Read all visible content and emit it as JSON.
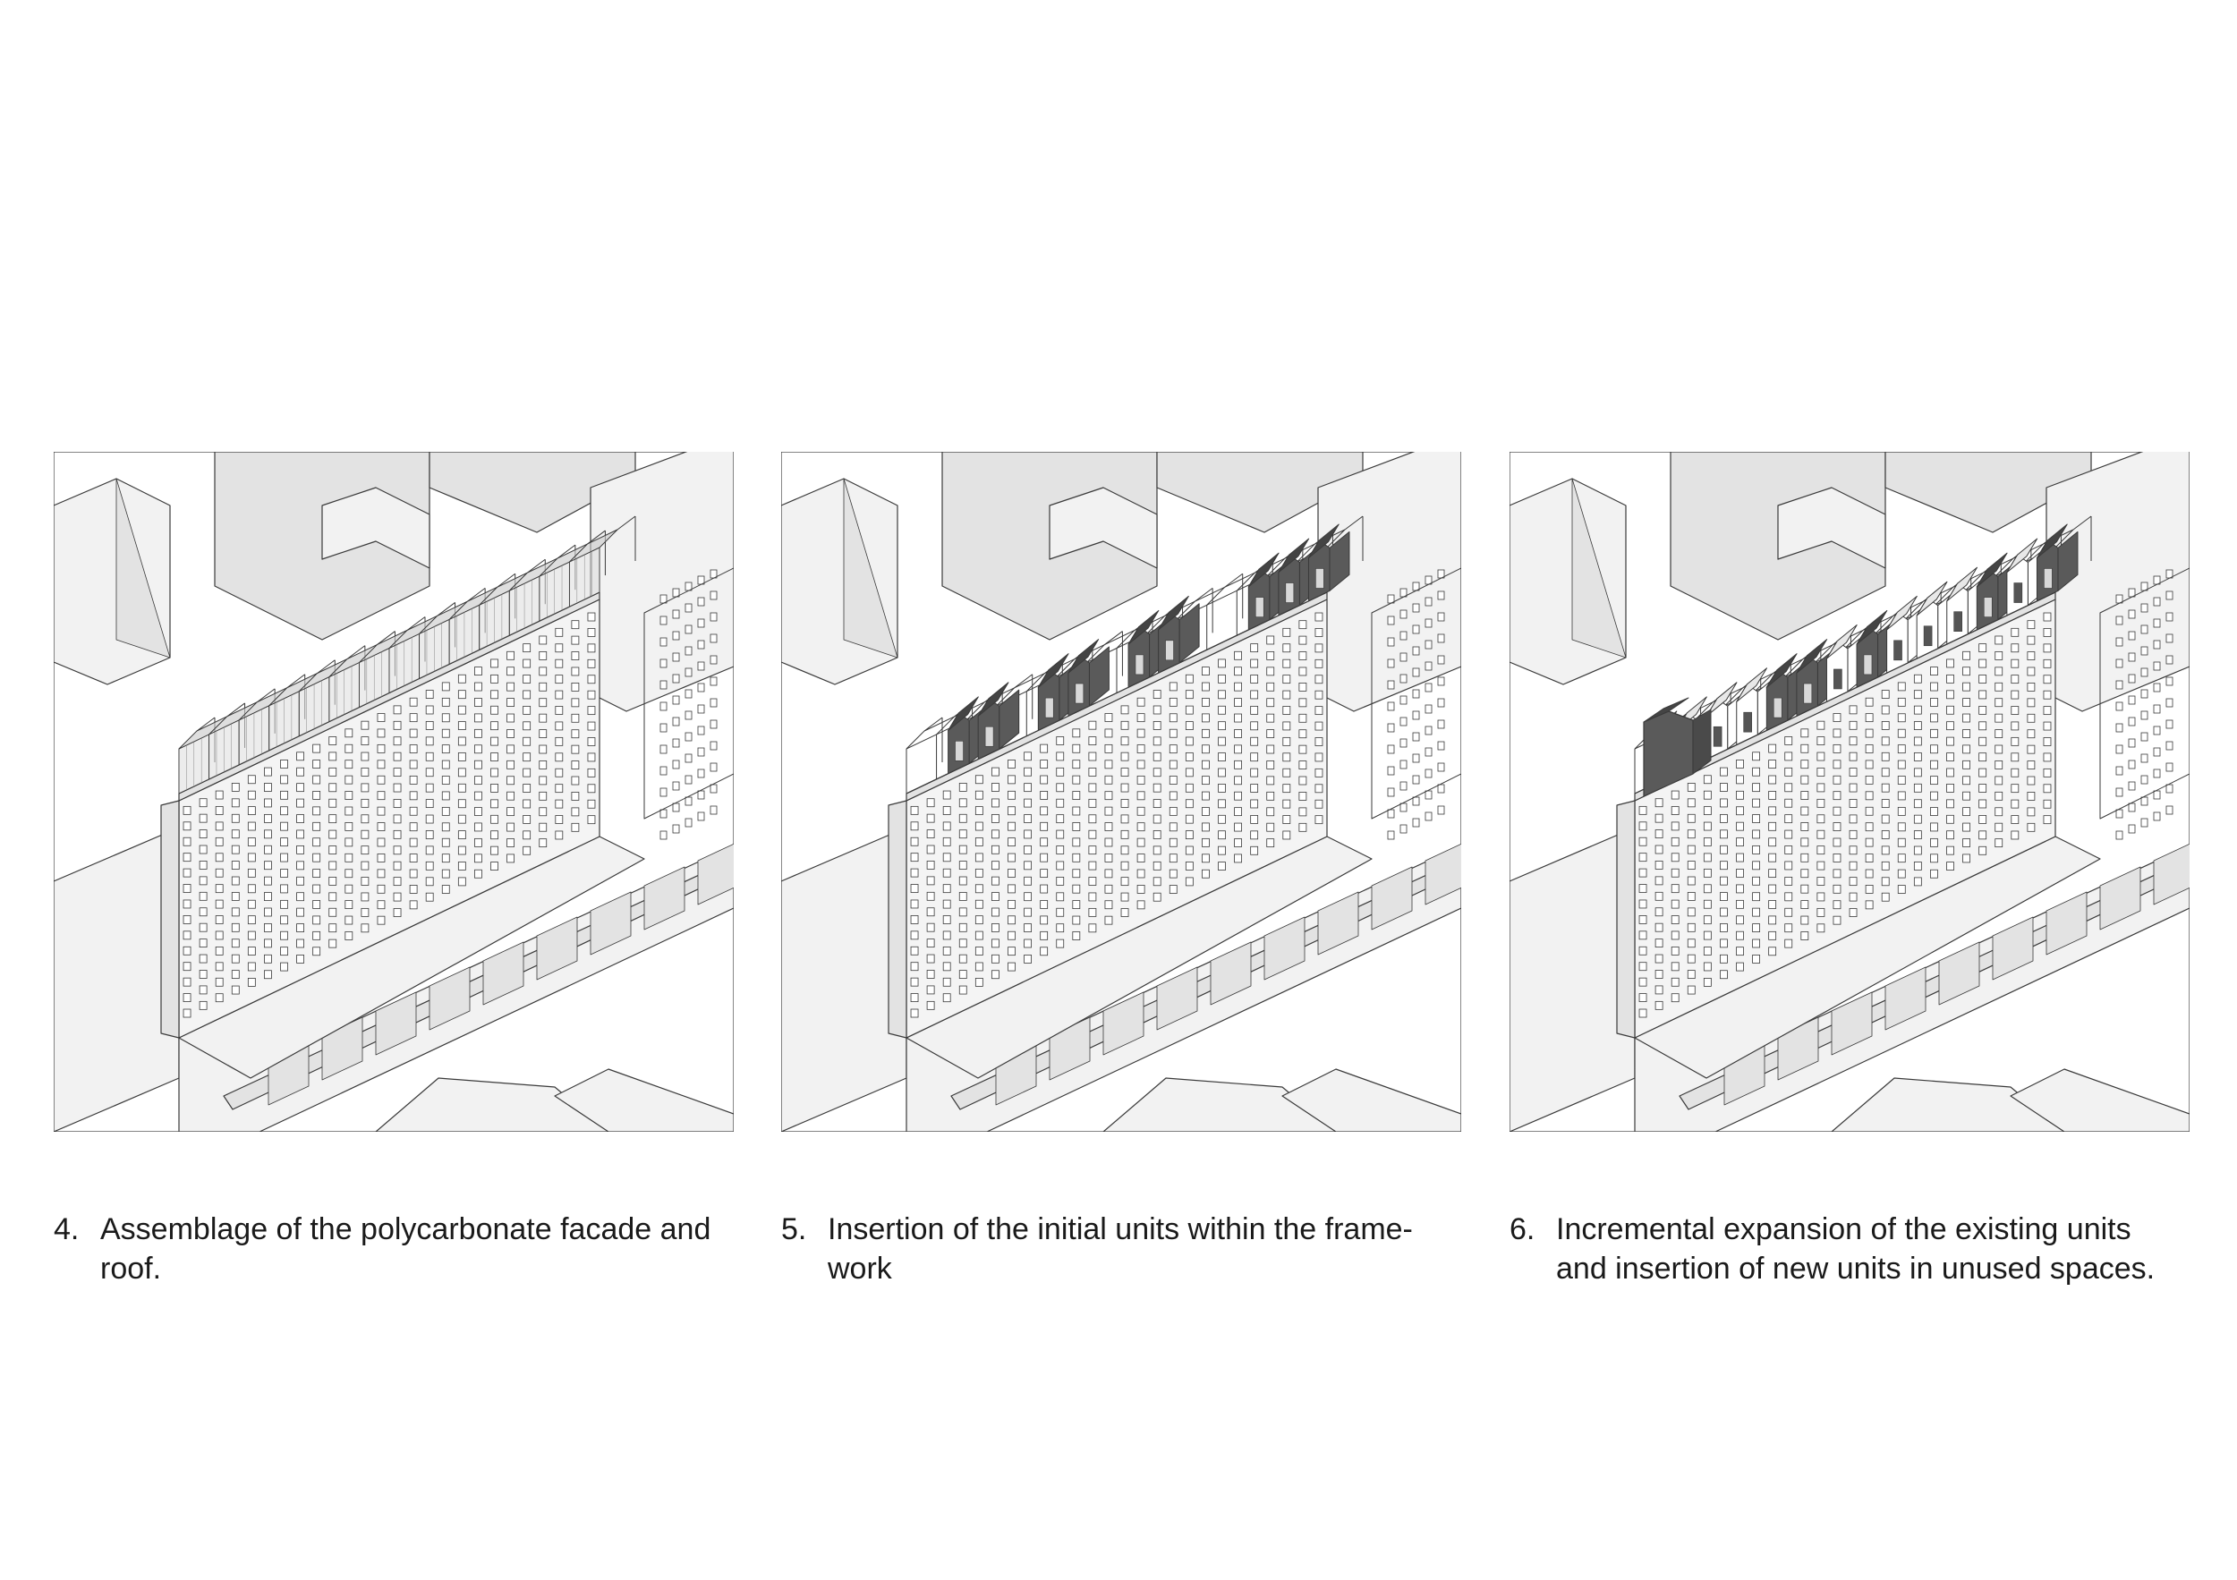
{
  "panels": [
    {
      "step": "4.",
      "caption": "Assemblage of the polycarbonate facade and roof.",
      "stage": "facade",
      "unit_fill": "#5a5a5a"
    },
    {
      "step": "5.",
      "caption": "Insertion of the initial units within the frame-work",
      "stage": "initial-units",
      "unit_fill": "#5a5a5a"
    },
    {
      "step": "6.",
      "caption": "Incremental expansion of the existing units and insertion of new units in unused spaces.",
      "stage": "expansion",
      "unit_fill": "#5a5a5a"
    }
  ],
  "colors": {
    "line": "#3a3a3a",
    "shade": "#e3e3e3",
    "light": "#f2f2f2",
    "unit_dark": "#5a5a5a",
    "unit_light": "#ffffff"
  }
}
